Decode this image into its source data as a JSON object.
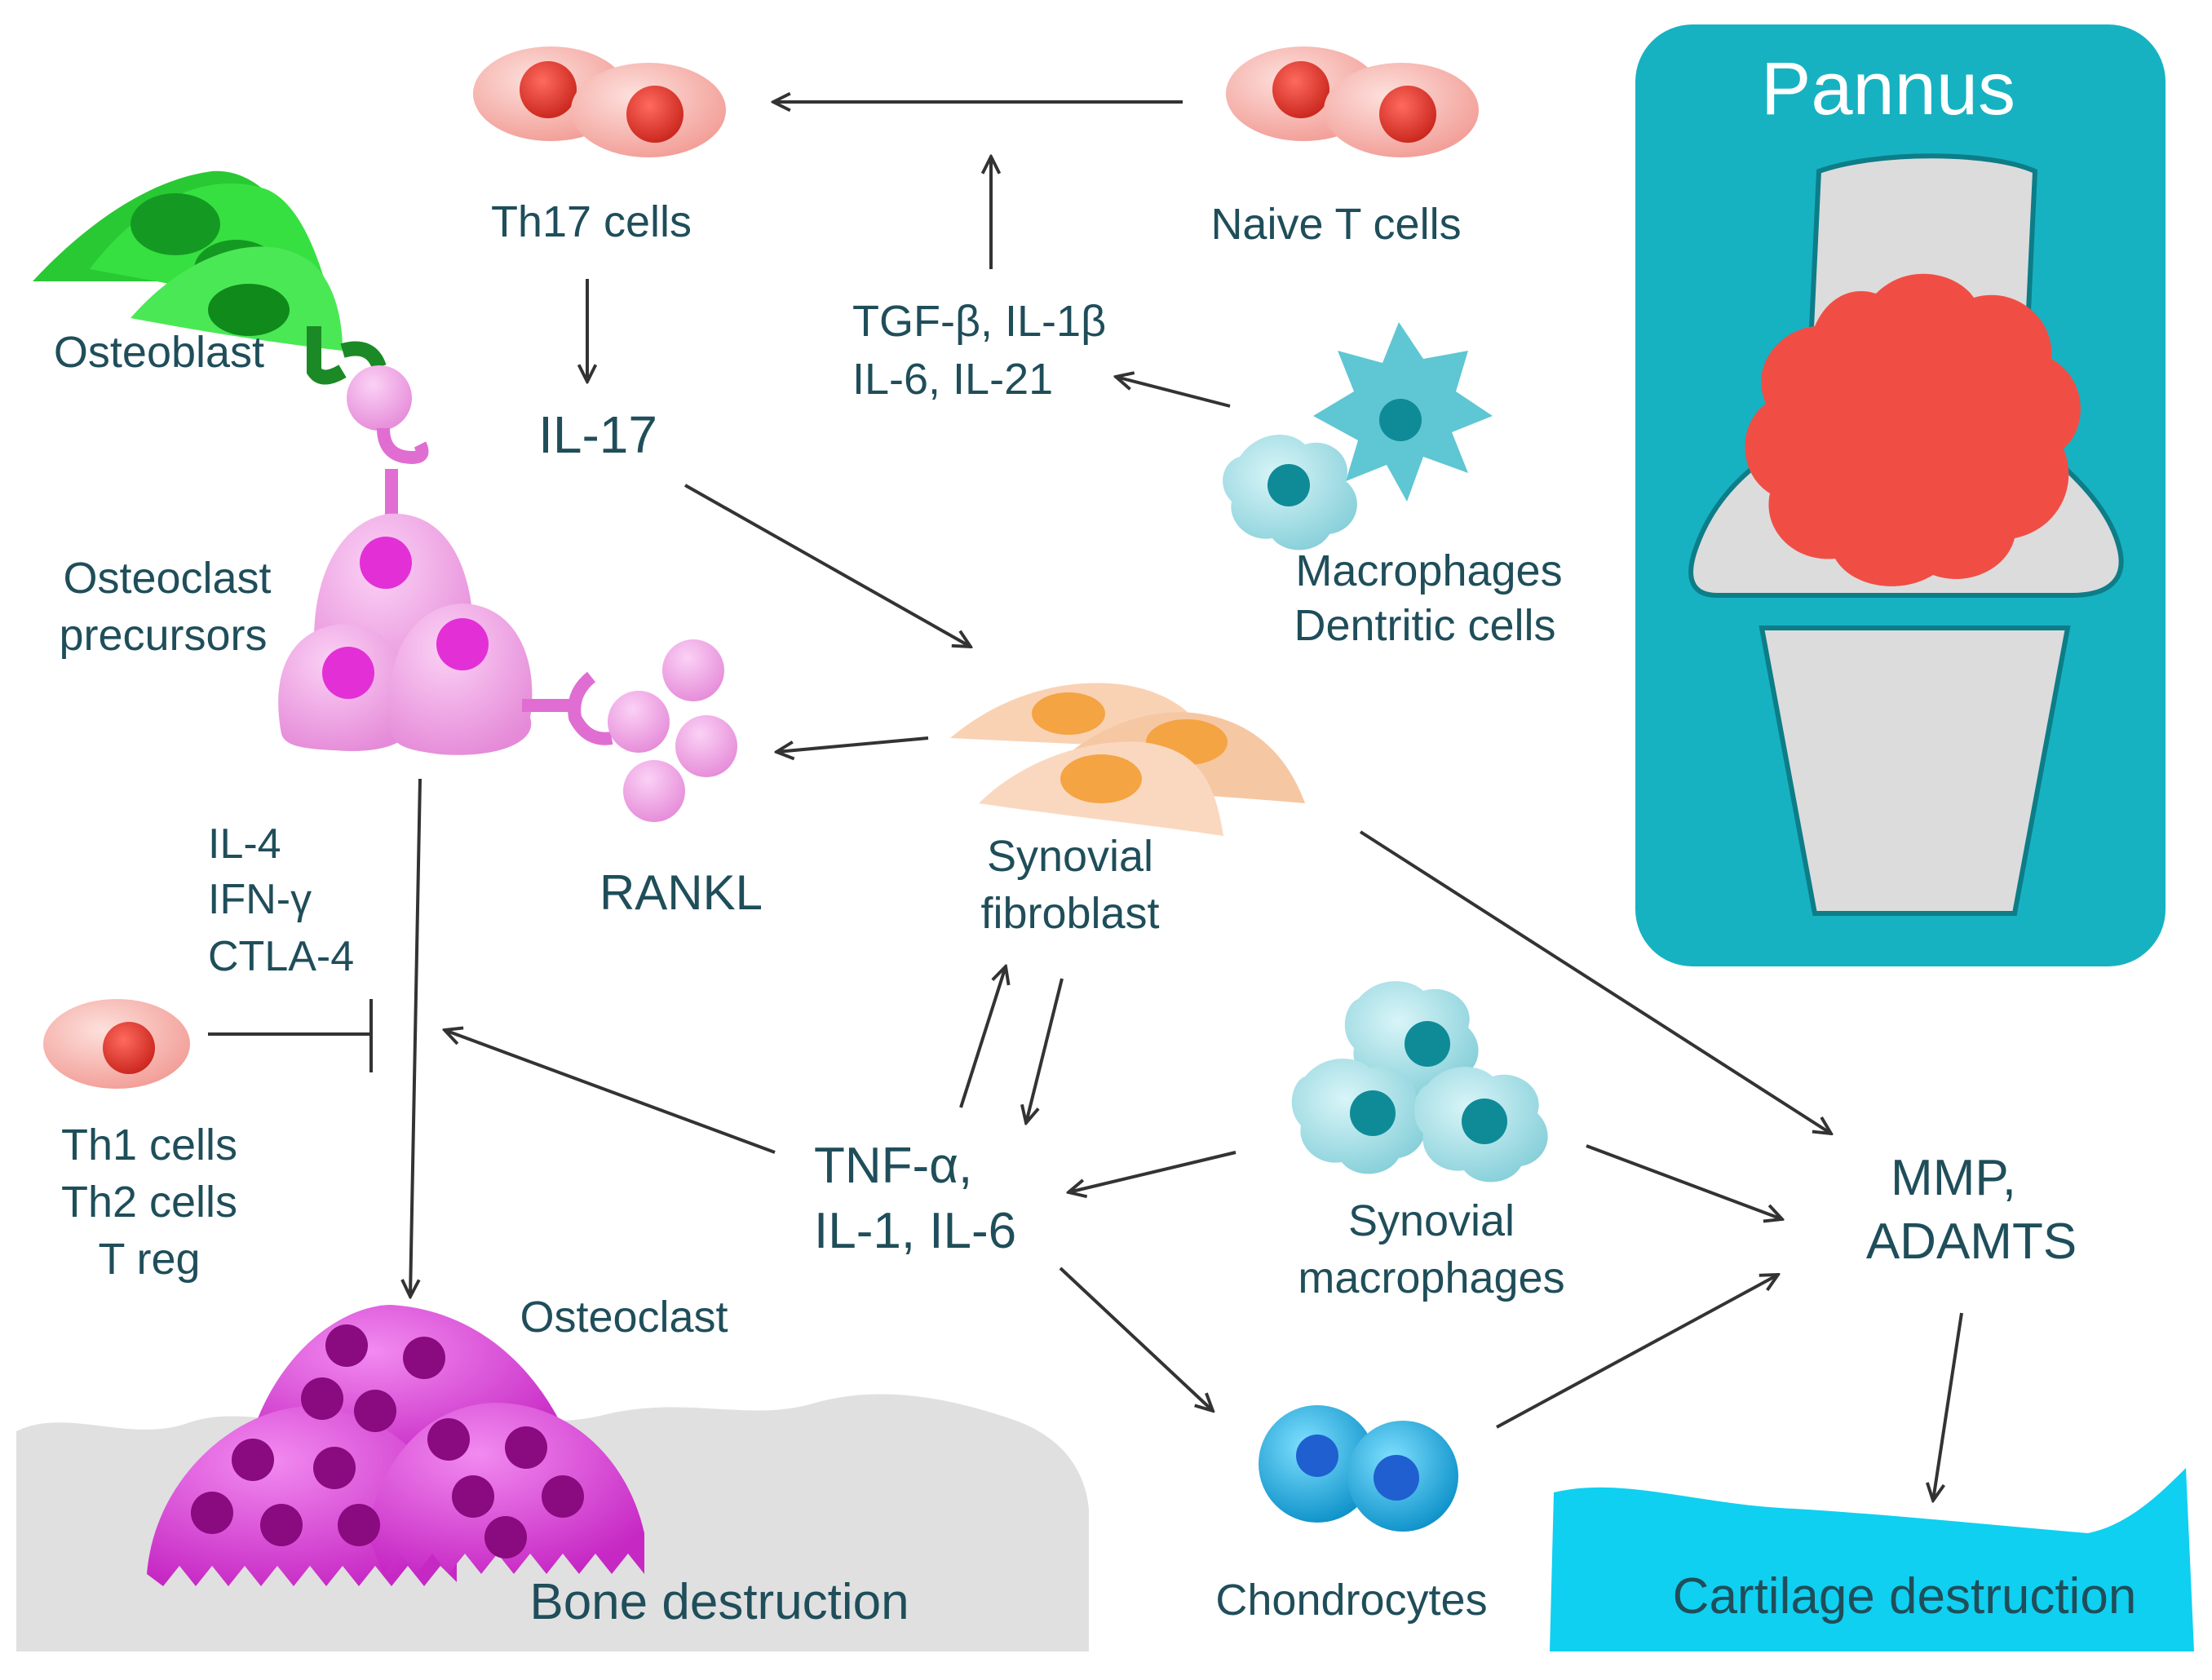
{
  "labels": {
    "th17": "Th17 cells",
    "naive": "Naive T cells",
    "osteoblast": "Osteoblast",
    "cytokines1": "TGF-β, IL-1β",
    "cytokines2": "IL-6, IL-21",
    "il17": "IL-17",
    "macrophages": "Macrophages",
    "dendritic": "Dentritic cells",
    "osteoclast_precursors_1": "Osteoclast",
    "osteoclast_precursors_2": "precursors",
    "rankl": "RANKL",
    "synovial_fib_1": "Synovial",
    "synovial_fib_2": "fibroblast",
    "inhibitor_1": "IL-4",
    "inhibitor_2": "IFN-γ",
    "inhibitor_3": "CTLA-4",
    "th1": "Th1 cells",
    "th2": "Th2 cells",
    "treg": "T reg",
    "tnf_1": "TNF-α,",
    "tnf_2": "IL-1, IL-6",
    "synovial_mac_1": "Synovial",
    "synovial_mac_2": "macrophages",
    "mmp_1": "MMP,",
    "mmp_2": "ADAMTS",
    "osteoclast": "Osteoclast",
    "bone_destruction": "Bone destruction",
    "chondrocytes": "Chondrocytes",
    "cartilage_destruction": "Cartilage destruction",
    "pannus": "Pannus"
  },
  "colors": {
    "text": "#1f4e5a",
    "arrow": "#333333",
    "t_cell": "#f6b3ad",
    "t_nucleus": "#ee3b30",
    "osteoblast": "#2fd43a",
    "osteoclast_precursor": "#f5a6ec",
    "osteoclast": "#e04de0",
    "fibroblast": "#f9d2b4",
    "fibroblast_nucleus": "#f4a443",
    "macrophage": "#a9e3ea",
    "macrophage_nucleus": "#1aa3b0",
    "chondrocyte": "#1fb7ea",
    "bone": "#e0e0e0",
    "cartilage": "#0fd0f0",
    "pannus_panel": "#16b2c2",
    "pannus_mass": "#f04e45"
  }
}
